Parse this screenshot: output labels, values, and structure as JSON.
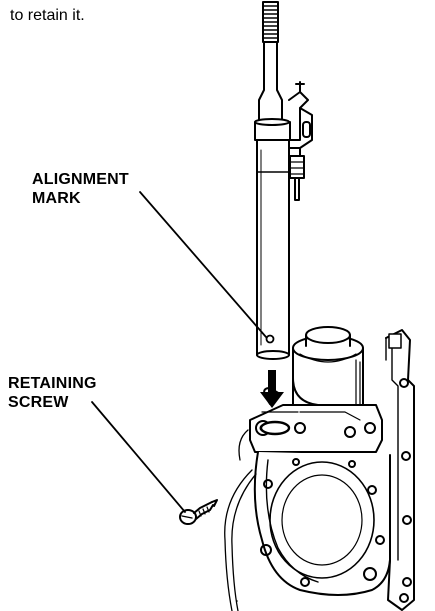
{
  "caption": {
    "text": "to retain it."
  },
  "callouts": {
    "alignment_mark": {
      "line1": "ALIGNMENT",
      "line2": "MARK"
    },
    "retaining_screw": {
      "line1": "RETAINING",
      "line2": "SCREW"
    }
  },
  "colors": {
    "ink": "#000000",
    "paper": "#ffffff"
  }
}
